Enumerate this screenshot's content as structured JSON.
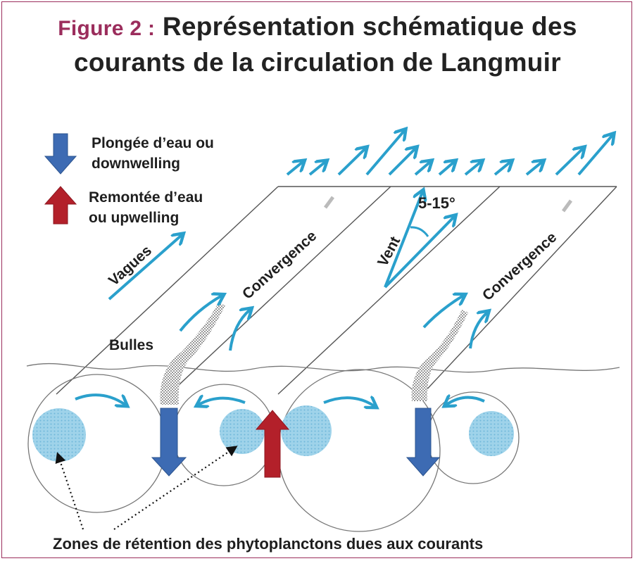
{
  "title": {
    "figure_label": "Figure 2 :",
    "line1": "Représentation schématique des",
    "line2": "courants de la circulation de Langmuir"
  },
  "legend": {
    "downwelling_line1": "Plongée d’eau ou",
    "downwelling_line2": "downwelling",
    "upwelling_line1": "Remontée d’eau",
    "upwelling_line2": "ou upwelling"
  },
  "labels": {
    "waves": "Vagues",
    "convergence": "Convergence",
    "wind": "Vent",
    "angle": "5-15°",
    "bubbles": "Bulles",
    "retention_zones": "Zones de rétention des phytoplanctons dues aux courants"
  },
  "colors": {
    "frame": "#9b2d5c",
    "down_arrow": "#3d6bb3",
    "up_arrow": "#b3202a",
    "flow_arrow": "#2aa0cc",
    "plankton": "#8ccbe6",
    "line": "#555555"
  }
}
